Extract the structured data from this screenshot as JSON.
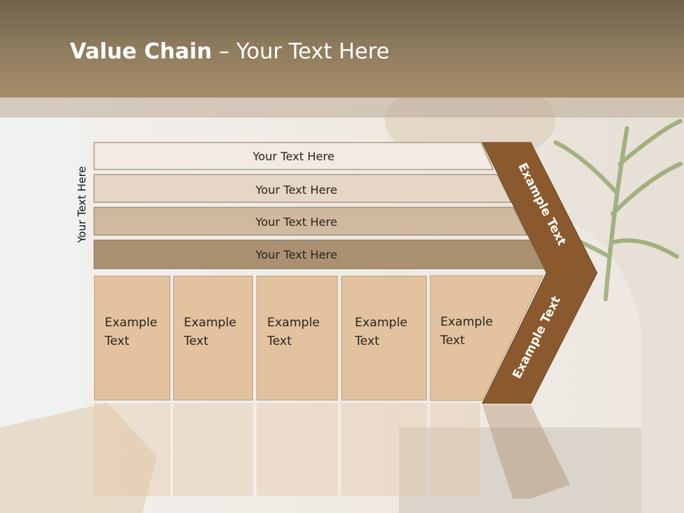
{
  "slide": {
    "title_bold": "Value Chain",
    "title_rest": " – Your Text Here",
    "vertical_label": "Your Text Here"
  },
  "bars": [
    {
      "label": "Your Text Here"
    },
    {
      "label": "Your Text Here"
    },
    {
      "label": "Your Text Here"
    },
    {
      "label": "Your Text Here"
    }
  ],
  "boxes": [
    {
      "line1": "Example",
      "line2": "Text"
    },
    {
      "line1": "Example",
      "line2": "Text"
    },
    {
      "line1": "Example",
      "line2": "Text"
    },
    {
      "line1": "Example",
      "line2": "Text"
    },
    {
      "line1": "Example",
      "line2": "Text"
    }
  ],
  "chevron": {
    "upper_label": "Example Text",
    "lower_label": "Example Text"
  },
  "colors": {
    "header": "#8c7a5d",
    "chevron": "#8a5a2e",
    "box": "#e2c29f"
  }
}
